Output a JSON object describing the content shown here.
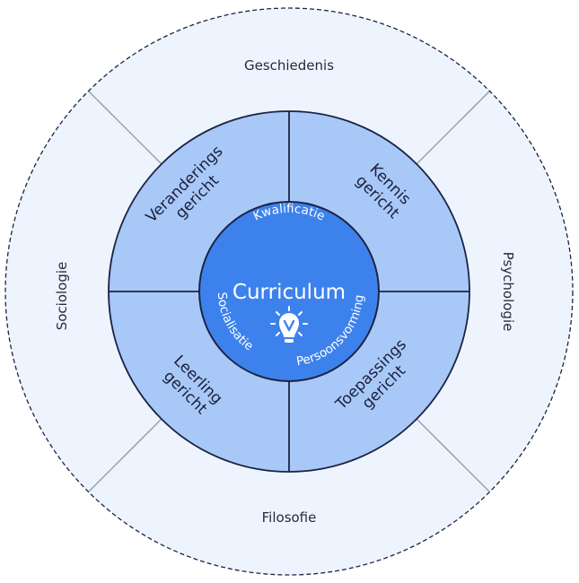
{
  "diagram": {
    "title": "Curriculum",
    "center_icon": "lightbulb-check-icon",
    "inner_ring_labels": {
      "top": "Kwalificatie",
      "left": "Socialisatie",
      "right": "Persoonsvorming"
    },
    "middle_quadrants": [
      {
        "id": "top-left",
        "line1": "Veranderings",
        "line2": "gericht"
      },
      {
        "id": "top-right",
        "line1": "Kennis",
        "line2": "gericht"
      },
      {
        "id": "bottom-left",
        "line1": "Leerling",
        "line2": "gericht"
      },
      {
        "id": "bottom-right",
        "line1": "Toepassings",
        "line2": "gericht"
      }
    ],
    "outer_segments": {
      "top": "Geschiedenis",
      "left": "Sociologie",
      "right": "Psychologie",
      "bottom": "Filosofie"
    },
    "colors": {
      "outer_fill": "#eef4fd",
      "middle_fill": "#a8c8f8",
      "center_fill": "#3d82ec",
      "stroke": "#1c2344",
      "divider": "#9aa0aa"
    }
  }
}
